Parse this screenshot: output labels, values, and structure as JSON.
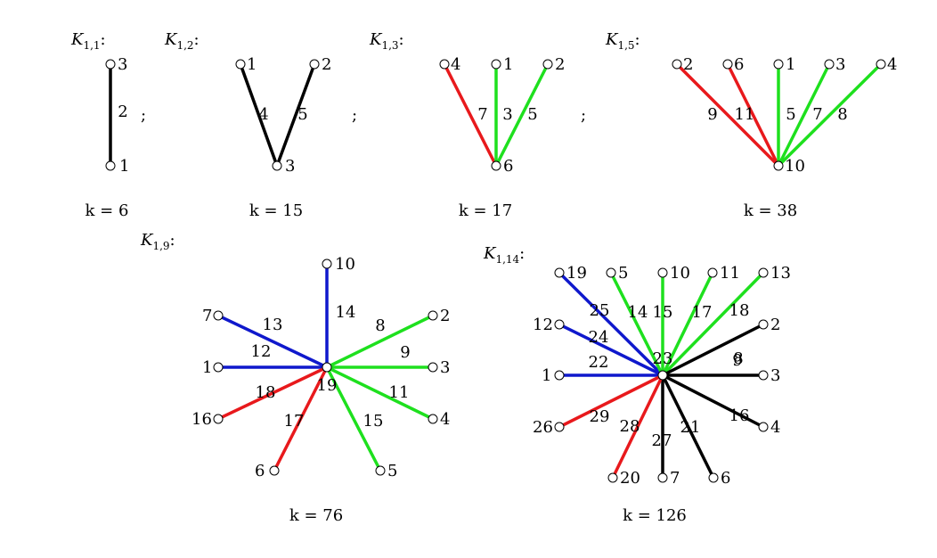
{
  "colors": {
    "black": "#000000",
    "red": "#e8191c",
    "green": "#1ee01e",
    "blue": "#0f18cc"
  },
  "separator": ";",
  "graphs": [
    {
      "title_main": "K",
      "title_sub": "1,1",
      "title_colon": ":",
      "k_text": "k = 6",
      "center": "1",
      "center_label_pos": "right",
      "leaves": [
        {
          "v": "3",
          "edge": "2",
          "color": "black"
        }
      ]
    },
    {
      "title_main": "K",
      "title_sub": "1,2",
      "title_colon": ":",
      "k_text": "k = 15",
      "center": "3",
      "center_label_pos": "right",
      "leaves": [
        {
          "v": "1",
          "edge": "4",
          "color": "black"
        },
        {
          "v": "2",
          "edge": "5",
          "color": "black"
        }
      ]
    },
    {
      "title_main": "K",
      "title_sub": "1,3",
      "title_colon": ":",
      "k_text": "k = 17",
      "center": "6",
      "center_label_pos": "right",
      "leaves": [
        {
          "v": "4",
          "edge": "7",
          "color": "red"
        },
        {
          "v": "1",
          "edge": "3",
          "color": "green"
        },
        {
          "v": "2",
          "edge": "5",
          "color": "green"
        }
      ]
    },
    {
      "title_main": "K",
      "title_sub": "1,5",
      "title_colon": ":",
      "k_text": "k = 38",
      "center": "10",
      "center_label_pos": "right",
      "leaves": [
        {
          "v": "2",
          "edge": "9",
          "color": "red"
        },
        {
          "v": "6",
          "edge": "11",
          "color": "red"
        },
        {
          "v": "1",
          "edge": "5",
          "color": "green"
        },
        {
          "v": "3",
          "edge": "7",
          "color": "green"
        },
        {
          "v": "4",
          "edge": "8",
          "color": "green"
        }
      ]
    },
    {
      "title_main": "K",
      "title_sub": "1,9",
      "title_colon": ":",
      "k_text": "k = 76",
      "center": "19",
      "center_label_pos": "below",
      "leaves": [
        {
          "v": "10",
          "edge": "14",
          "color": "blue"
        },
        {
          "v": "7",
          "edge": "13",
          "color": "blue"
        },
        {
          "v": "1",
          "edge": "12",
          "color": "blue"
        },
        {
          "v": "2",
          "edge": "8",
          "color": "green"
        },
        {
          "v": "3",
          "edge": "9",
          "color": "green"
        },
        {
          "v": "4",
          "edge": "11",
          "color": "green"
        },
        {
          "v": "5",
          "edge": "15",
          "color": "green"
        },
        {
          "v": "16",
          "edge": "18",
          "color": "red"
        },
        {
          "v": "6",
          "edge": "17",
          "color": "red"
        }
      ]
    },
    {
      "title_main": "K",
      "title_sub": "1,14",
      "title_colon": ":",
      "k_text": "k = 126",
      "center": "23",
      "center_label_pos": "above",
      "leaves": [
        {
          "v": "19",
          "edge": "25",
          "color": "blue"
        },
        {
          "v": "12",
          "edge": "24",
          "color": "blue"
        },
        {
          "v": "1",
          "edge": "22",
          "color": "blue"
        },
        {
          "v": "5",
          "edge": "14",
          "color": "green"
        },
        {
          "v": "10",
          "edge": "15",
          "color": "green"
        },
        {
          "v": "11",
          "edge": "17",
          "color": "green"
        },
        {
          "v": "13",
          "edge": "18",
          "color": "green"
        },
        {
          "v": "2",
          "edge": "8",
          "color": "black"
        },
        {
          "v": "3",
          "edge": "9",
          "color": "black"
        },
        {
          "v": "4",
          "edge": "16",
          "color": "black"
        },
        {
          "v": "6",
          "edge": "21",
          "color": "black"
        },
        {
          "v": "7",
          "edge": "27",
          "color": "black"
        },
        {
          "v": "20",
          "edge": "28",
          "color": "red"
        },
        {
          "v": "26",
          "edge": "29",
          "color": "red"
        }
      ]
    }
  ]
}
